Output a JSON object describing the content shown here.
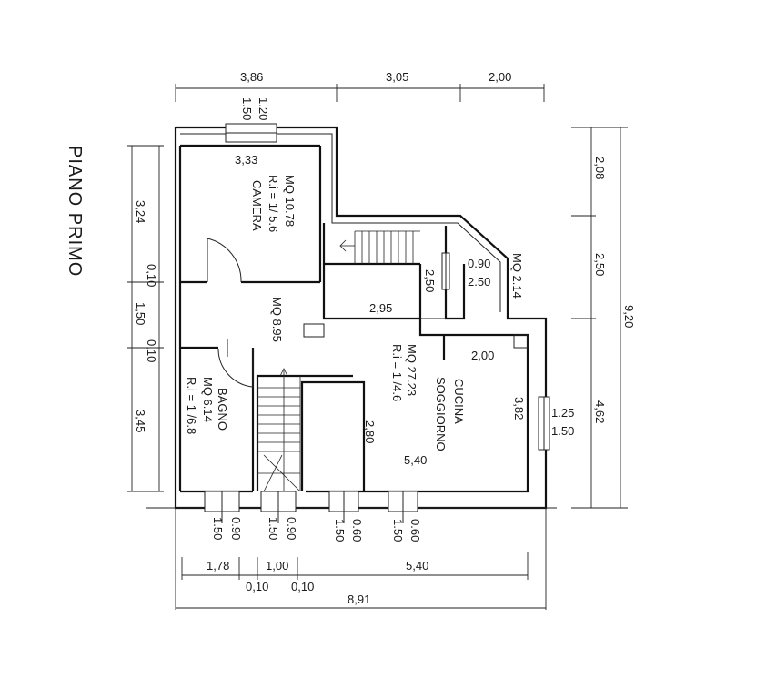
{
  "title": "PIANO PRIMO",
  "rooms": {
    "camera": {
      "name": "CAMERA",
      "area": "MQ 10.78",
      "ratio": "R.i = 1/ 5.6"
    },
    "bagno": {
      "name": "BAGNO",
      "area": "MQ 6.14",
      "ratio": "R.i = 1 /6.8"
    },
    "disimpegno": {
      "area": "MQ 8.95"
    },
    "cucina": {
      "name1": "CUCINA",
      "name2": "SOGGIORNO",
      "area": "MQ 27.23",
      "ratio": "R.i = 1 /4.6"
    },
    "small": {
      "area": "MQ 2.14"
    }
  },
  "dims": {
    "top": [
      "3,86",
      "3,05",
      "2,00"
    ],
    "bottom_inner": [
      "1,78",
      "1,00",
      "5,40"
    ],
    "bottom_walls": [
      "0,10",
      "0,10"
    ],
    "bottom_total": "8,91",
    "left": [
      "3,24",
      "0,10",
      "1,50",
      "0,10",
      "3,45"
    ],
    "right": [
      "2,08",
      "2,50",
      "4,62"
    ],
    "right_total": "9,20",
    "interior": {
      "camera_width": "3,33",
      "stair_width": "2,95",
      "stair_height": "2,50",
      "kitchen_width": "5,40",
      "kitchen_inner": "2,80",
      "kitchen_top": "2,00",
      "kitchen_right": "3,82"
    }
  },
  "windows": {
    "top_camera": [
      "1.20",
      "1.50"
    ],
    "small_room": [
      "0.90",
      "2.50"
    ],
    "right_kitchen": [
      "1.25",
      "1.50"
    ],
    "bottom": [
      [
        "0.90",
        "1.50"
      ],
      [
        "0.90",
        "1.50"
      ],
      [
        "0.60",
        "1.50"
      ],
      [
        "0.60",
        "1.50"
      ]
    ]
  }
}
